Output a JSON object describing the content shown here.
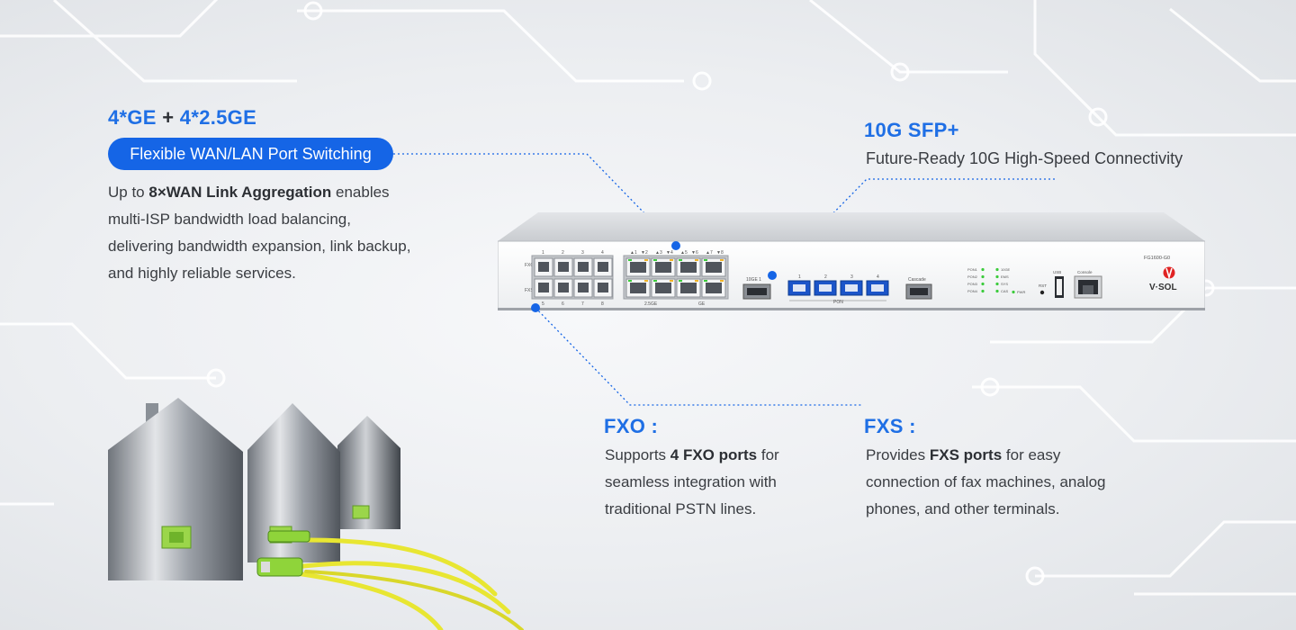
{
  "ports_section": {
    "heading_a": "4*GE",
    "heading_plus": "+",
    "heading_b": "4*2.5GE",
    "pill": "Flexible WAN/LAN Port Switching",
    "line1_pre": "Up to ",
    "line1_bold": "8×WAN Link Aggregation",
    "line1_post": " enables",
    "line2": "multi-ISP bandwidth load balancing,",
    "line3": "delivering bandwidth expansion, link backup,",
    "line4": "and highly reliable services."
  },
  "sfp_section": {
    "heading": "10G SFP+",
    "subtitle": "Future-Ready 10G High-Speed Connectivity"
  },
  "fxo_section": {
    "heading": "FXO :",
    "line1_pre": "Supports ",
    "line1_bold": "4 FXO ports",
    "line1_post": " for",
    "line2": "seamless integration with",
    "line3": "traditional PSTN lines."
  },
  "fxs_section": {
    "heading": "FXS :",
    "line1_pre": "Provides ",
    "line1_bold": "FXS ports",
    "line1_post": " for easy",
    "line2": "connection of fax machines, analog",
    "line3": "phones, and other terminals."
  },
  "device": {
    "model": "FG1600-G0",
    "brand": "V·SOL",
    "port_10ge": "10GE 1",
    "pon_label": "PON",
    "pon_numbers": [
      "1",
      "2",
      "3",
      "4"
    ],
    "cascade": "Cascade",
    "rst": "RST",
    "usb": "USB",
    "console": "Console",
    "fxo_label": "FXO",
    "fxs_label": "FXS",
    "fx_top_numbers": [
      "1",
      "2",
      "3",
      "4"
    ],
    "fx_bottom_numbers": [
      "5",
      "6",
      "7",
      "8"
    ],
    "ge_top_numbers": [
      "▲1",
      "▼2",
      "▲3",
      "▼4",
      "▲5",
      "▼6",
      "▲7",
      "▼8"
    ],
    "ge_label_25": "2.5GE",
    "ge_label_1": "GE",
    "leds_left": [
      "PON1",
      "PON2",
      "PON3",
      "PON4"
    ],
    "leds_right": [
      "10GE",
      "EMS",
      "SYS",
      "CAS",
      "PWR"
    ]
  },
  "colors": {
    "accent": "#1565e6",
    "heading_blue": "#1f6fe5",
    "text": "#3a3d42",
    "led_green": "#3ccb3c",
    "fiber_yellow": "#e8e632",
    "connector_green": "#8fd43a"
  }
}
